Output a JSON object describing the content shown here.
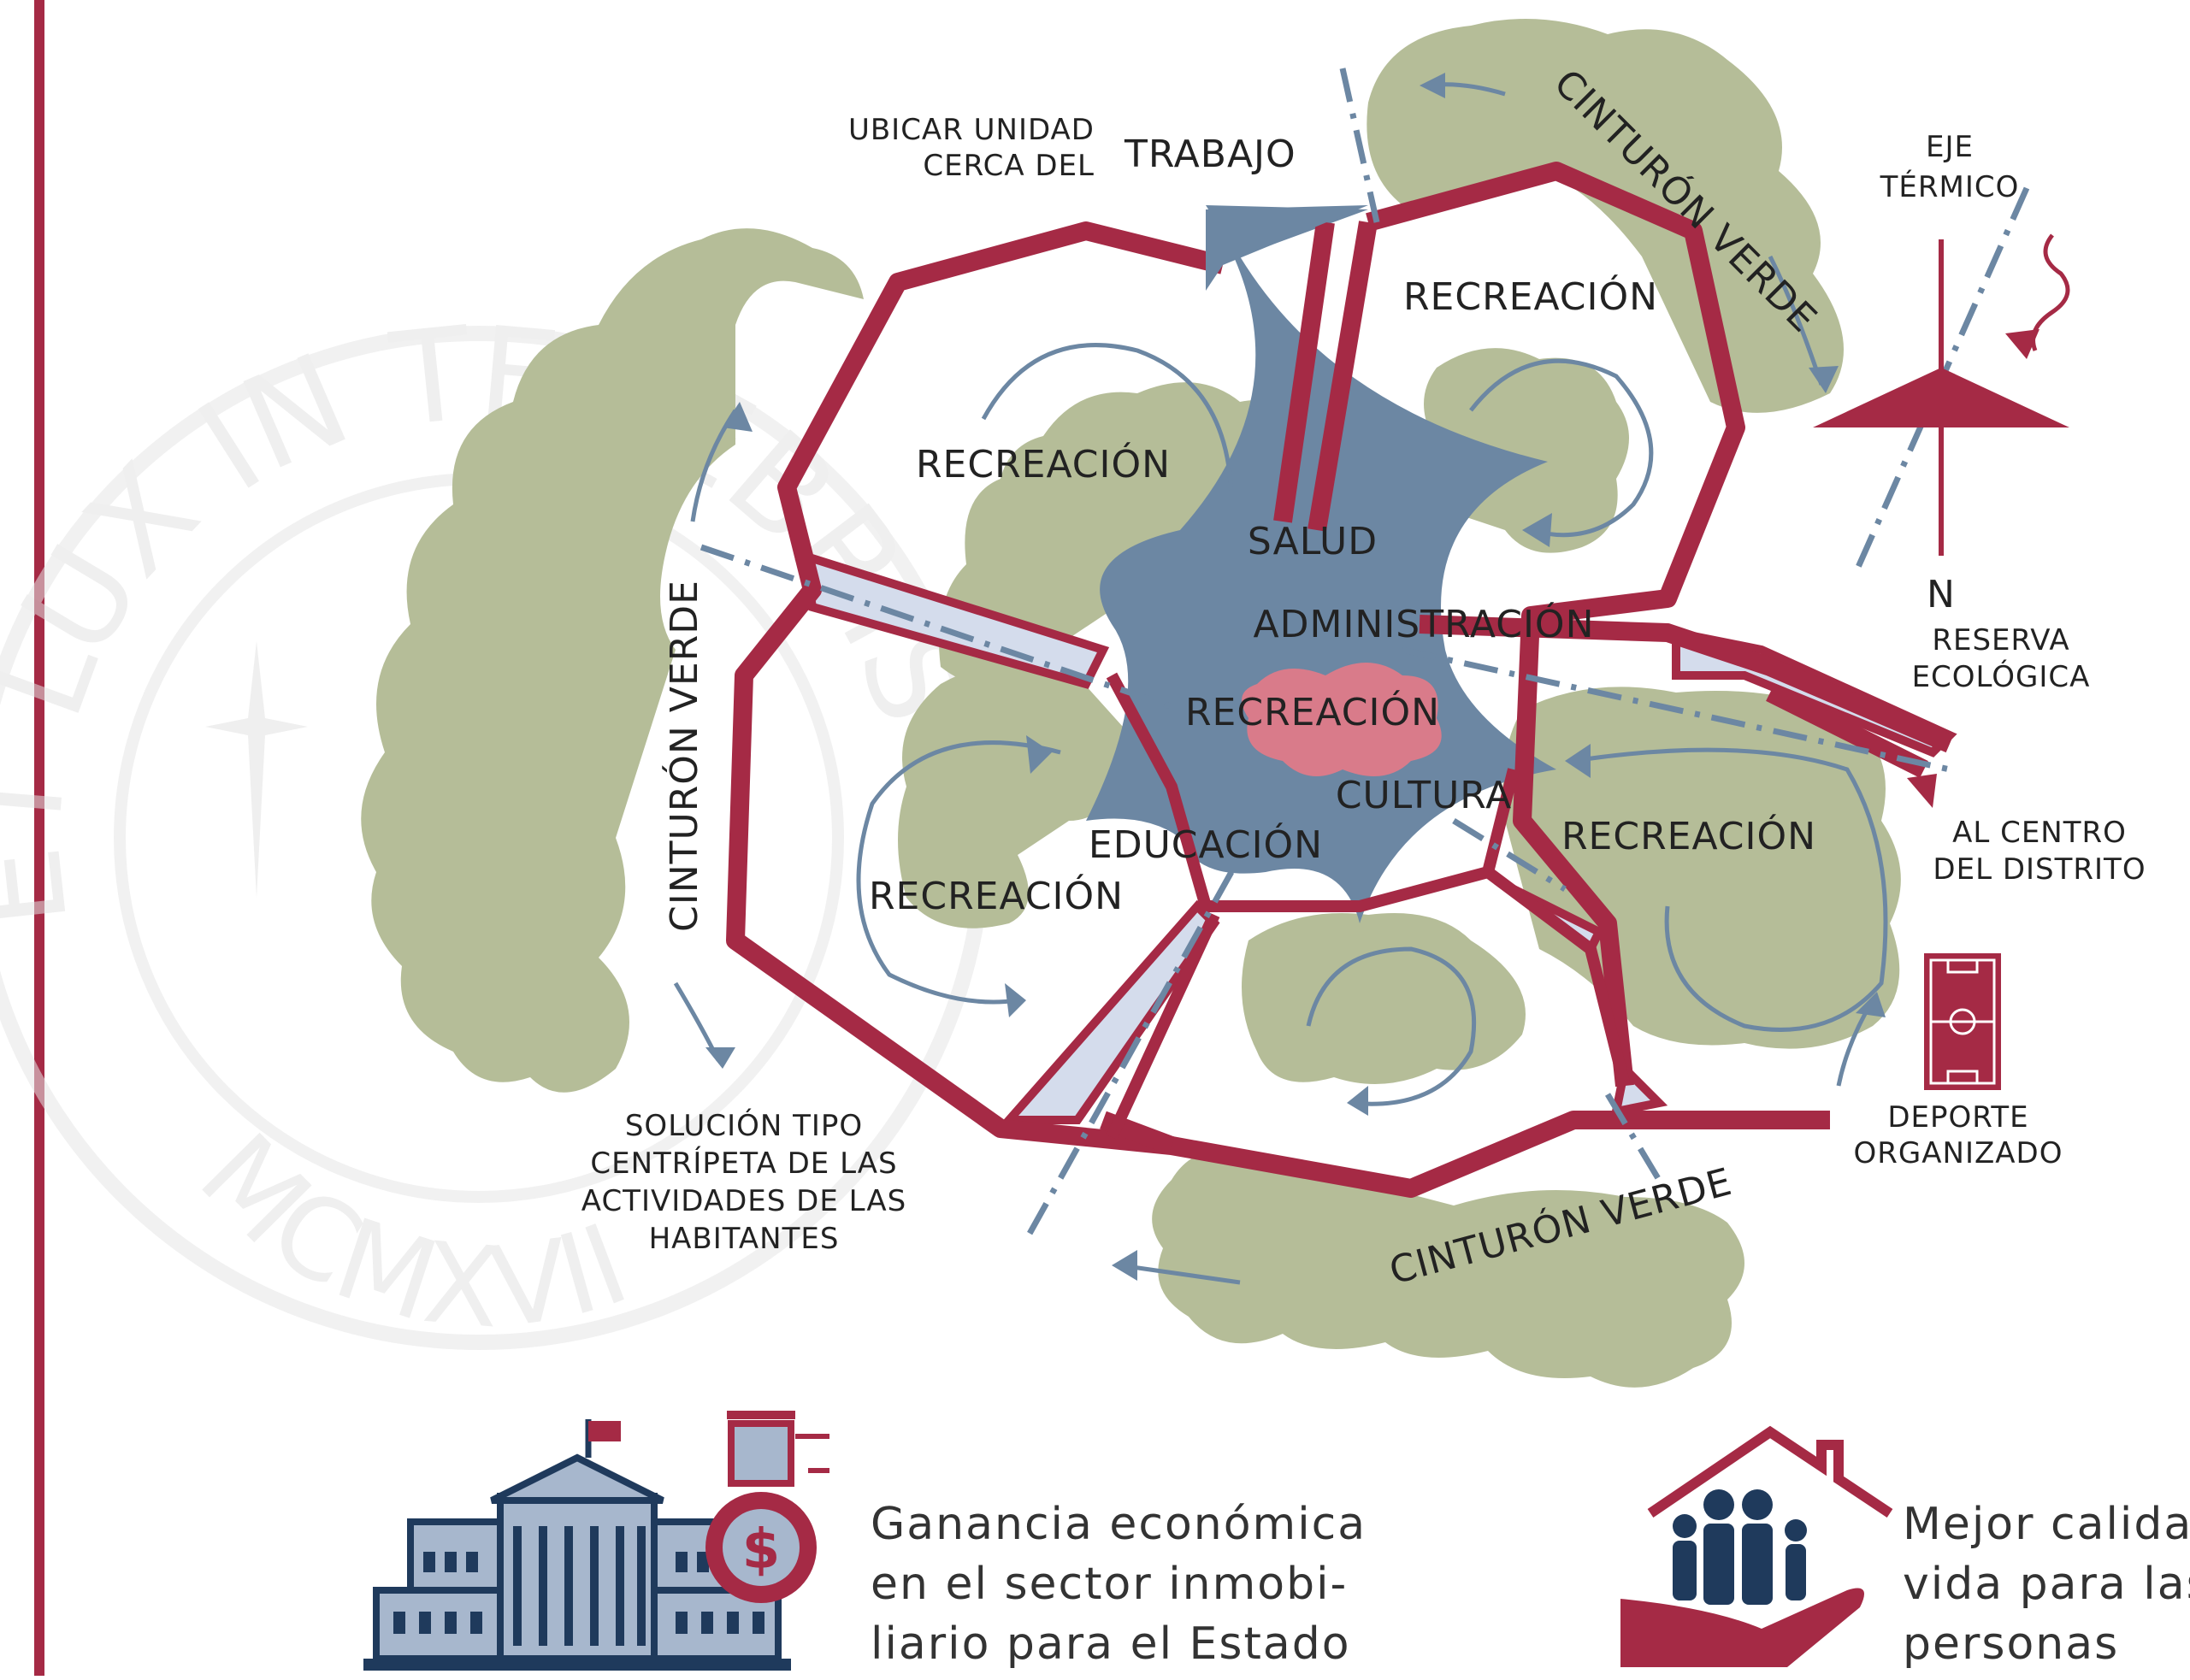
{
  "colors": {
    "accent_red": "#a52a45",
    "green_belt": "#b5bd98",
    "slate_blue": "#6c87a3",
    "pink_core": "#d97b8a",
    "pale_blue": "#d4dcec",
    "watermark": "#e8e8e8"
  },
  "labels": {
    "ubicar": [
      "UBICAR UNIDAD",
      "CERCA DEL"
    ],
    "trabajo": "TRABAJO",
    "cinturon_verde_top": "CINTURÓN VERDE",
    "cinturon_verde_left": "CINTURÓN VERDE",
    "cinturon_verde_bottom": "CINTURÓN VERDE",
    "eje_termico": [
      "EJE",
      "TÉRMICO"
    ],
    "norte": "N",
    "reserva": [
      "RESERVA",
      "ECOLÓGICA"
    ],
    "al_centro": [
      "AL CENTRO",
      "DEL DISTRITO"
    ],
    "deporte": [
      "DEPORTE",
      "ORGANIZADO"
    ],
    "solucion": [
      "SOLUCIÓN TIPO",
      "CENTRÍPETA DE LAS",
      "ACTIVIDADES DE LAS",
      "HABITANTES"
    ],
    "recreacion_top_left": "RECREACIÓN",
    "recreacion_top_right": "RECREACIÓN",
    "recreacion_center": "RECREACIÓN",
    "recreacion_right": "RECREACIÓN",
    "recreacion_left": "RECREACIÓN",
    "salud": "SALUD",
    "administracion": "ADMINISTRACIÓN",
    "cultura": "CULTURA",
    "educacion": "EDUCACIÓN"
  },
  "watermark": {
    "arc_text": "ET LUX IN TENEBRIS LUCET",
    "year": "MCMXVII"
  },
  "icons": [
    "government-building-icon",
    "money-bag-icon",
    "family-house-icon",
    "hand-icon",
    "soccer-field-icon",
    "north-arrow-icon",
    "wind-arrow-icon"
  ],
  "footer": {
    "left_caption": [
      "Ganancia económica",
      "en el sector inmobi-",
      "liario para el Estado"
    ],
    "right_caption": [
      "Mejor calidad de",
      "vida para las",
      "personas"
    ]
  }
}
